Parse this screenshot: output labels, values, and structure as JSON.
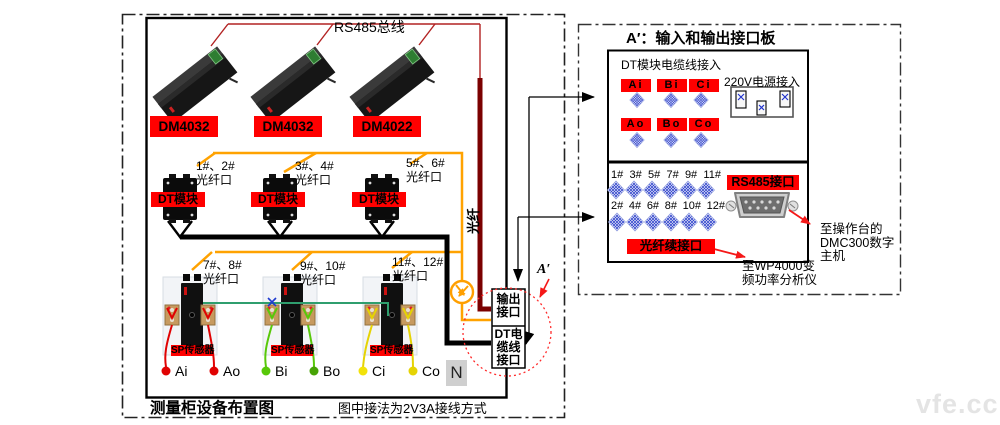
{
  "cabinet": {
    "caption": "测量柜设备布置图",
    "note": "图中接法为2V3A接线方式",
    "rs485_bus_label": "RS485总线",
    "fiber_label": "光纤",
    "a_prime_label": "A′",
    "neutral_label": "N",
    "output_port_label": "输出\n接口",
    "dt_cable_port_label": "DT电\n缆线\n接口",
    "meters": [
      {
        "model": "DM4032"
      },
      {
        "model": "DM4032"
      },
      {
        "model": "DM4022"
      }
    ],
    "dt_modules": [
      {
        "label": "DT模块",
        "fiber_ports": "1#、2#",
        "fiber_ports_suffix": "光纤口"
      },
      {
        "label": "DT模块",
        "fiber_ports": "3#、4#",
        "fiber_ports_suffix": "光纤口"
      },
      {
        "label": "DT模块",
        "fiber_ports": "5#、6#",
        "fiber_ports_suffix": "光纤口"
      }
    ],
    "sensors": [
      {
        "label": "SP传感器",
        "fiber_ports": "7#、8#",
        "fiber_ports_suffix": "光纤口"
      },
      {
        "label": "SP传感器",
        "fiber_ports": "9#、10#",
        "fiber_ports_suffix": "光纤口"
      },
      {
        "label": "SP传感器",
        "fiber_ports": "11#、12#",
        "fiber_ports_suffix": "光纤口"
      }
    ],
    "terminals": [
      {
        "label": "Ai",
        "color": "#e00202"
      },
      {
        "label": "Ao",
        "color": "#e00202"
      },
      {
        "label": "Bi",
        "color": "#58c80a"
      },
      {
        "label": "Bo",
        "color": "#47a305"
      },
      {
        "label": "Ci",
        "color": "#f2e20a"
      },
      {
        "label": "Co",
        "color": "#e5d304"
      }
    ]
  },
  "interface_board": {
    "title": "A′：输入和输出接口板",
    "dt_cable_in_label": "DT模块电缆线接入",
    "power_in_label": "220V电源接入",
    "input_channels": [
      "Ai",
      "Bi",
      "Ci"
    ],
    "output_channels": [
      "Ao",
      "Bo",
      "Co"
    ],
    "fiber_row_top": [
      "1#",
      "3#",
      "5#",
      "7#",
      "9#",
      "11#"
    ],
    "fiber_row_bottom": [
      "2#",
      "4#",
      "6#",
      "8#",
      "10#",
      "12#"
    ],
    "rs485_port_label": "RS485接口",
    "fiber_splice_label": "光纤续接口",
    "to_dmc300": "至操作台的\nDMC300数字\n主机",
    "to_wp4000": "至WP4000变\n频功率分析仪"
  },
  "watermark": "vfe.cc",
  "colors": {
    "label-red": "#ff0000",
    "bus-red": "#b22222",
    "rs485-maroon": "#7b0000",
    "fiber-orange": "#ffa200",
    "wire-green": "#2f9e6e",
    "hatch-blue": "#3346cc",
    "dashed-border": "#222222",
    "watermark-gray": "#e4e4e4"
  }
}
